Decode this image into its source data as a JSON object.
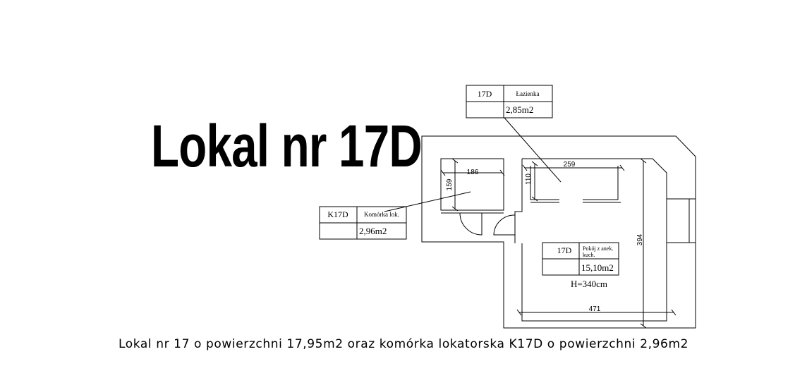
{
  "title": "Lokal nr 17D",
  "caption": "Lokal nr 17 o powierzchni 17,95m2 oraz komórka lokatorska K17D o powierzchni 2,96m2",
  "rooms": {
    "bathroom": {
      "id": "17D",
      "name": "Łazienka",
      "area": "2,85m2"
    },
    "storage": {
      "id": "K17D",
      "name": "Komórka lok.",
      "area": "2,96m2"
    },
    "living": {
      "id": "17D",
      "name_line1": "Pokój z anek.",
      "name_line2": "kuch.",
      "area": "15,10m2",
      "height": "H=340cm"
    }
  },
  "dimensions": {
    "storage_width": "186",
    "storage_depth": "159",
    "bath_width": "259",
    "bath_depth": "110",
    "room_depth": "394",
    "room_width": "471"
  }
}
